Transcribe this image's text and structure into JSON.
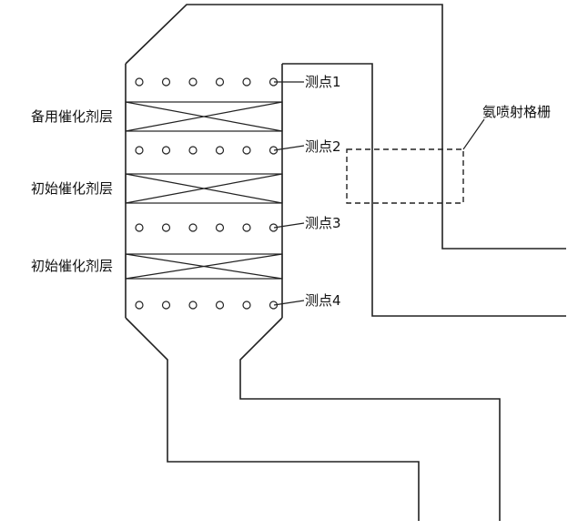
{
  "labels": {
    "backup_catalyst_layer": "备用催化剂层",
    "initial_catalyst_layer_1": "初始催化剂层",
    "initial_catalyst_layer_2": "初始催化剂层",
    "ammonia_injection_grid": "氨喷射格栅",
    "point_1": "测点1",
    "point_2": "测点2",
    "point_3": "测点3",
    "point_4": "测点4"
  },
  "measurement_row_hole_count": 6,
  "colors": {
    "line": "#222222",
    "background": "#ffffff"
  }
}
